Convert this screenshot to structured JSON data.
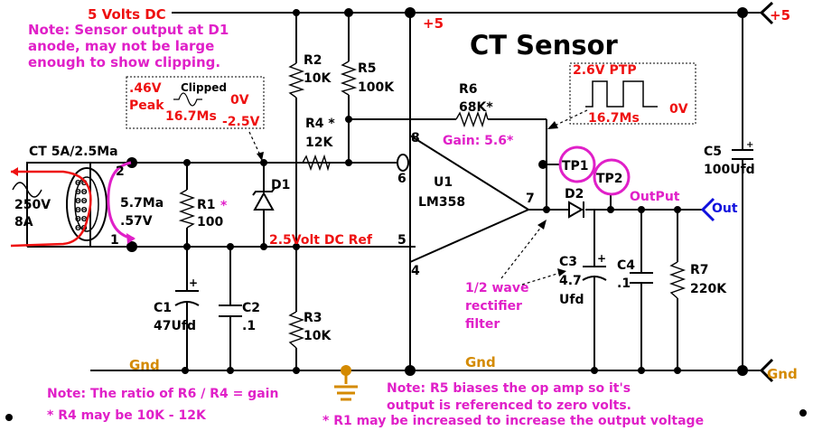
{
  "title": "CT Sensor",
  "supply": {
    "label": "5 Volts DC",
    "plus": "+5",
    "plus_right": "+5",
    "gnd_left": "Gnd",
    "gnd_mid": "Gnd",
    "gnd_right": "Gnd"
  },
  "transformer": {
    "name": "CT 5A/2.5Ma",
    "primary_v": "250V",
    "primary_a": "8A",
    "secondary_i": "5.7Ma",
    "secondary_v": ".57V",
    "pin1": "1",
    "pin2": "2"
  },
  "components": {
    "R1": {
      "name": "R1",
      "star": "*",
      "value": "100"
    },
    "R2": {
      "name": "R2",
      "value": "10K"
    },
    "R3": {
      "name": "R3",
      "value": "10K"
    },
    "R4": {
      "name": "R4 *",
      "value": "12K"
    },
    "R5": {
      "name": "R5",
      "value": "100K"
    },
    "R6": {
      "name": "R6",
      "value": "68K*"
    },
    "R7": {
      "name": "R7",
      "value": "220K"
    },
    "C1": {
      "name": "C1",
      "value": "47Ufd"
    },
    "C2": {
      "name": "C2",
      "value": ".1"
    },
    "C3": {
      "name": "C3",
      "value": "4.7",
      "unit": "Ufd"
    },
    "C4": {
      "name": "C4",
      "value": ".1"
    },
    "C5": {
      "name": "C5",
      "value": "100Ufd"
    },
    "D1": {
      "name": "D1"
    },
    "D2": {
      "name": "D2"
    },
    "U1": {
      "name": "U1",
      "part": "LM358",
      "pin8": "8",
      "pin6": "6",
      "pin5": "5",
      "pin4": "4",
      "pin7": "7"
    },
    "TP1": {
      "name": "TP1"
    },
    "TP2": {
      "name": "TP2"
    }
  },
  "labels": {
    "gain": "Gain: 5.6*",
    "ref": "2.5Volt DC Ref",
    "output": "OutPut",
    "out": "Out",
    "filter": [
      "1/2 wave",
      "rectifier",
      "filter"
    ]
  },
  "waveform_left": {
    "peak": ".46V",
    "peak_word": "Peak",
    "clipped": "Clipped",
    "zero": "0V",
    "period": "16.7Ms",
    "neg": "-2.5V"
  },
  "waveform_right": {
    "ptp": "2.6V PTP",
    "period": "16.7Ms",
    "zero": "0V"
  },
  "notes": {
    "sensor": [
      "Note: Sensor output at D1",
      "anode, may not be large",
      "enough to show clipping."
    ],
    "gain": "Note: The ratio of R6 / R4 = gain",
    "r4": "* R4 may be 10K - 12K",
    "r5": [
      "Note: R5 biases the op amp so it's",
      "output is referenced to zero volts."
    ],
    "r1": "* R1 may be increased to increase the output voltage"
  },
  "colors": {
    "red": "#ee1111",
    "magenta": "#e020c8",
    "gold": "#d48a00",
    "blue": "#1010dd"
  }
}
